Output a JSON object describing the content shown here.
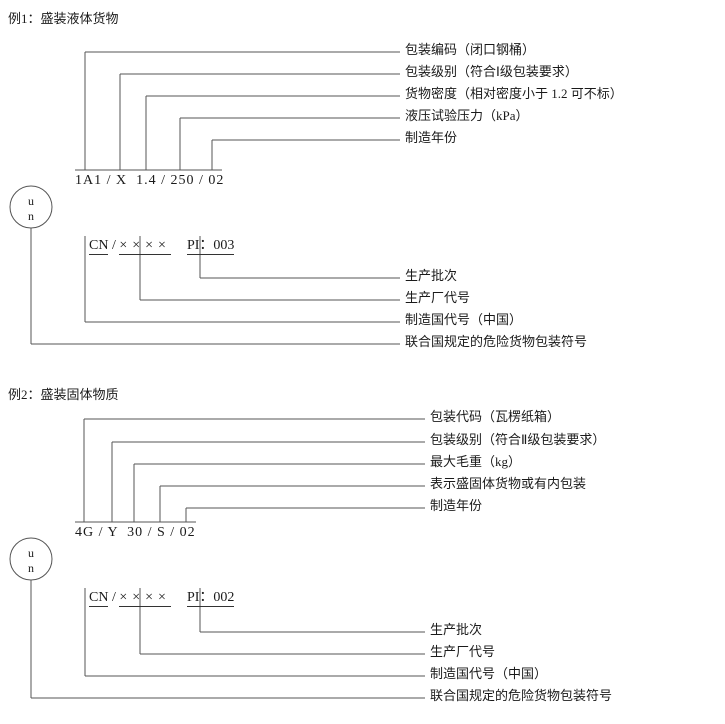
{
  "ex1": {
    "title": "例1：盛装液体货物",
    "code": "1A1 / X  1.4 / 250 / 02",
    "cn": "CN",
    "slash": " / ",
    "xxxx": "××××",
    "pi": "PI：003",
    "un": {
      "u": "u",
      "n": "n"
    },
    "top_labels": [
      "包装编码（闭口钢桶）",
      "包装级别（符合Ⅰ级包装要求）",
      "货物密度（相对密度小于 1.2 可不标）",
      "液压试验压力（kPa）",
      "制造年份"
    ],
    "bottom_labels": [
      "生产批次",
      "生产厂代号",
      "制造国代号（中国）",
      "联合国规定的危险货物包装符号"
    ]
  },
  "ex2": {
    "title": "例2：盛装固体物质",
    "code": "4G / Y  30 / S / 02",
    "cn": "CN",
    "slash": " / ",
    "xxxx": "××××",
    "pi": "PI：002",
    "un": {
      "u": "u",
      "n": "n"
    },
    "top_labels": [
      "包装代码（瓦楞纸箱）",
      "包装级别（符合Ⅱ级包装要求）",
      "最大毛重（kg）",
      "表示盛固体货物或有内包装",
      "制造年份"
    ],
    "bottom_labels": [
      "生产批次",
      "生产厂代号",
      "制造国代号（中国）",
      "联合国规定的危险货物包装符号"
    ]
  }
}
